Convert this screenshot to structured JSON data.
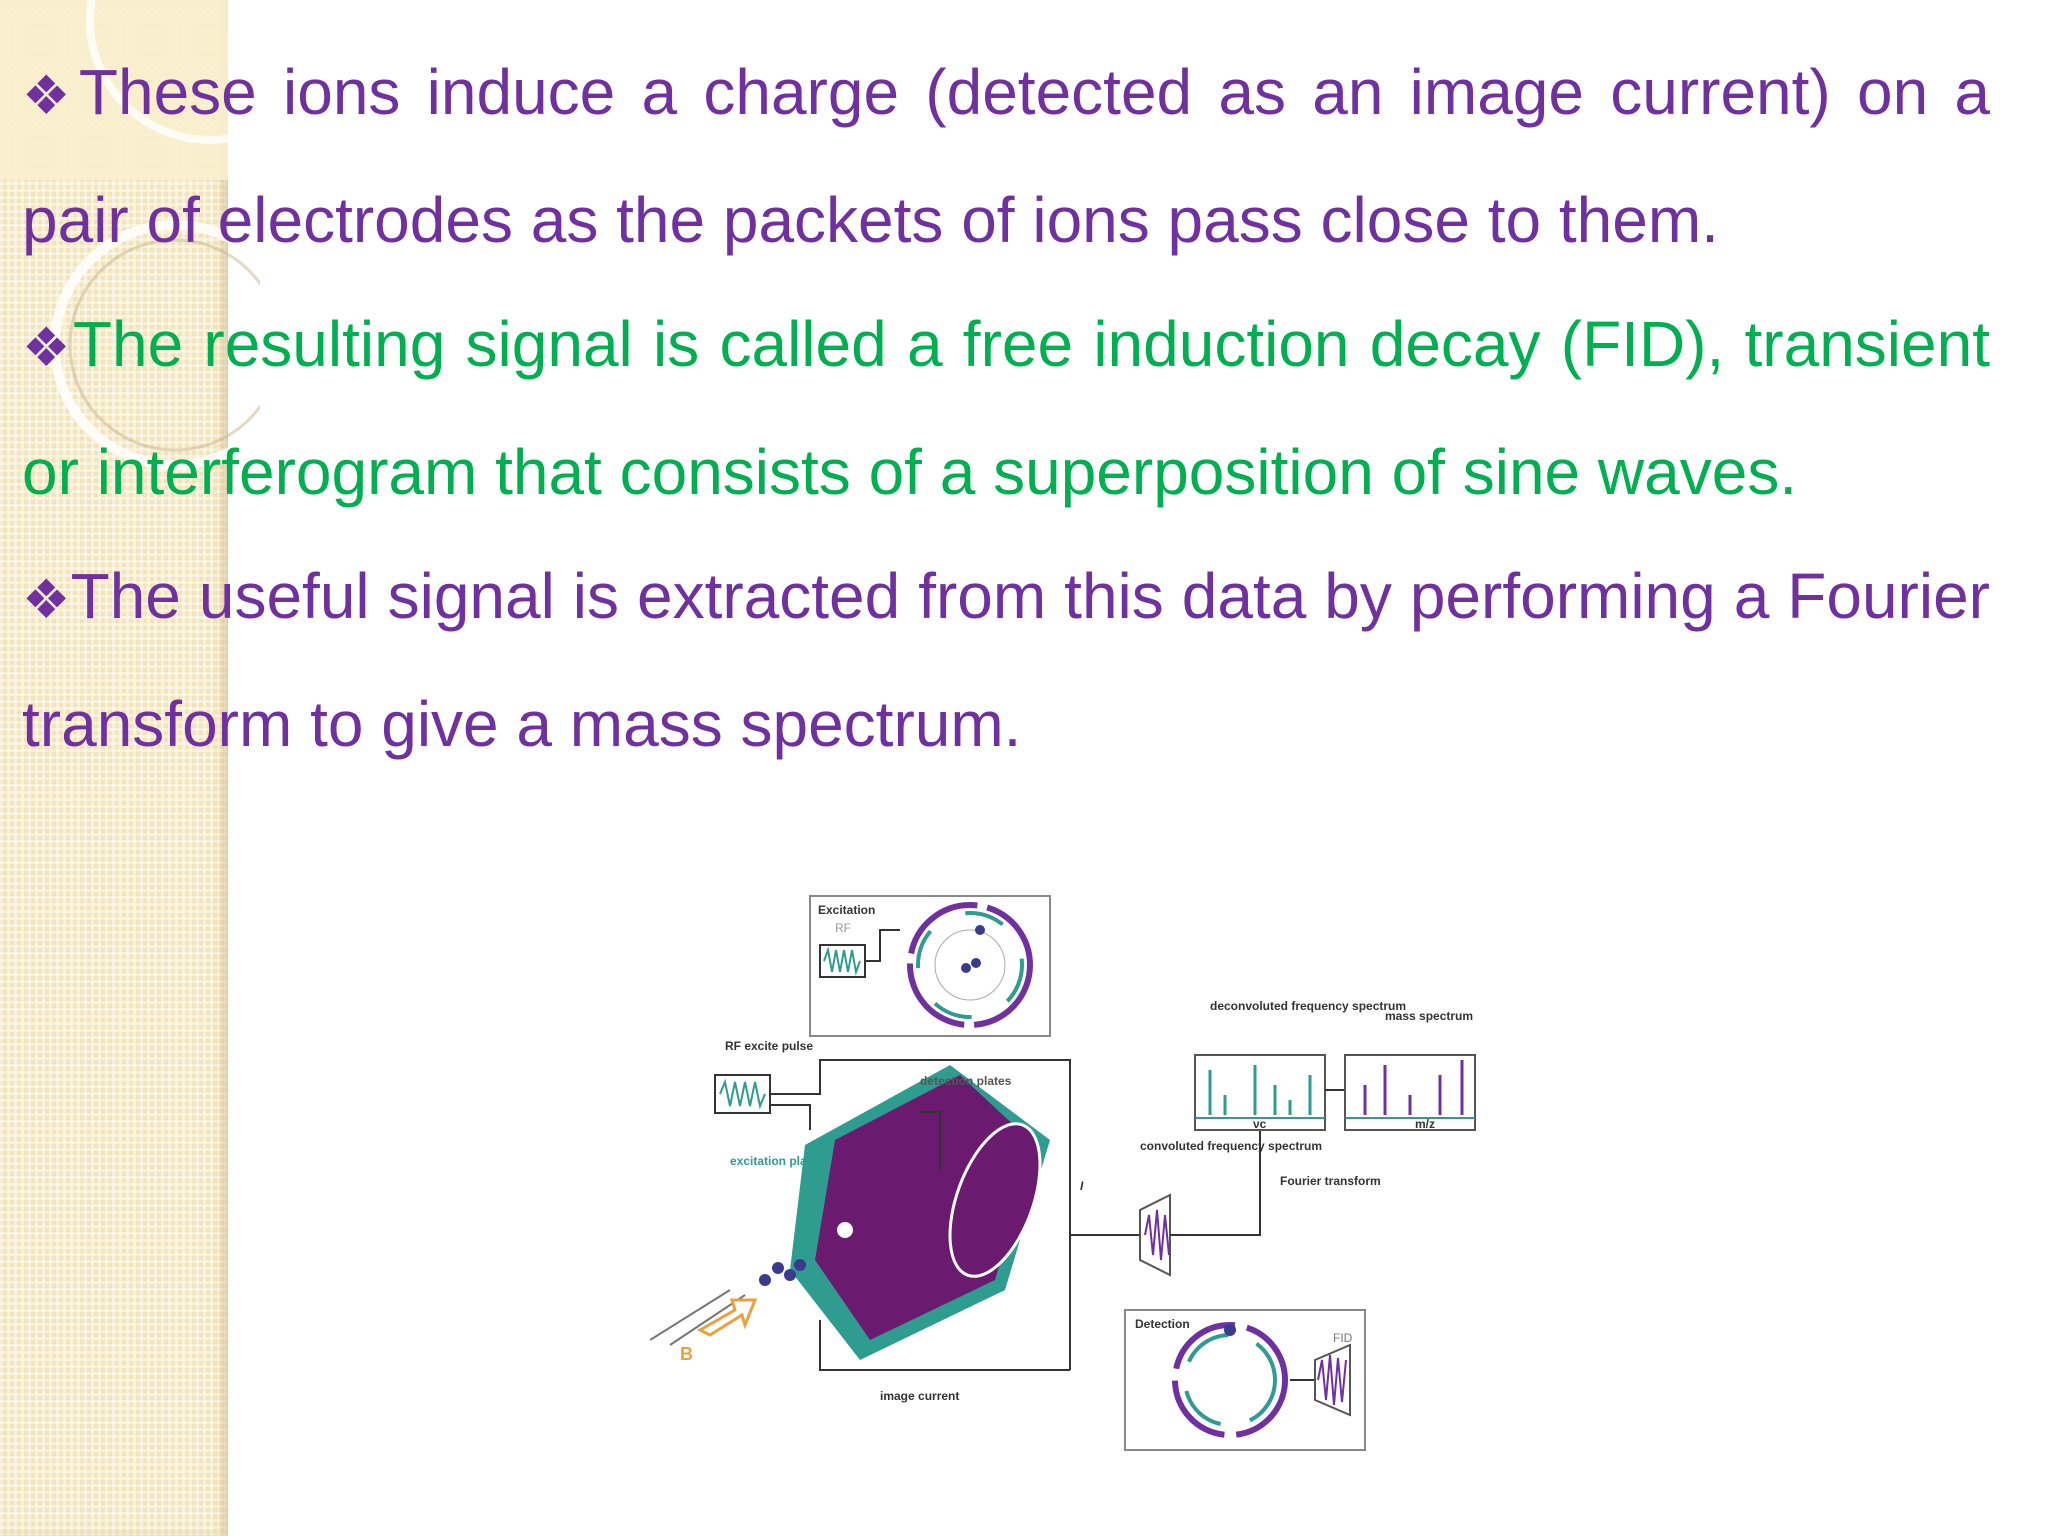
{
  "bullets": [
    {
      "symbol": "❖",
      "text": "These ions induce a charge (detected as an image current) on a pair of electrodes as the packets of ions pass close to them.",
      "color": "#7030a0"
    },
    {
      "symbol": "❖",
      "text": "The resulting signal is called a free induction decay (FID), transient or interferogram that consists of a superposition of sine waves.",
      "color": "#00b050"
    },
    {
      "symbol": "❖",
      "text": "The useful signal is extracted from this data by performing a Fourier transform to give a mass spectrum.",
      "color": "#7030a0"
    }
  ],
  "figure": {
    "excitation": "Excitation",
    "rf": "RF",
    "rf_excite_pulse": "RF excite pulse",
    "detection_plates": "detection plates",
    "excitation_plates": "excitation plates",
    "deconvoluted": "deconvoluted frequency spectrum",
    "mass_spectrum": "mass spectrum",
    "vc": "νc",
    "mz": "m/z",
    "convoluted": "convoluted frequency spectrum",
    "fourier": "Fourier transform",
    "i_label": "I",
    "image_current": "image current",
    "b_label": "B",
    "detection": "Detection",
    "fid": "FID"
  }
}
